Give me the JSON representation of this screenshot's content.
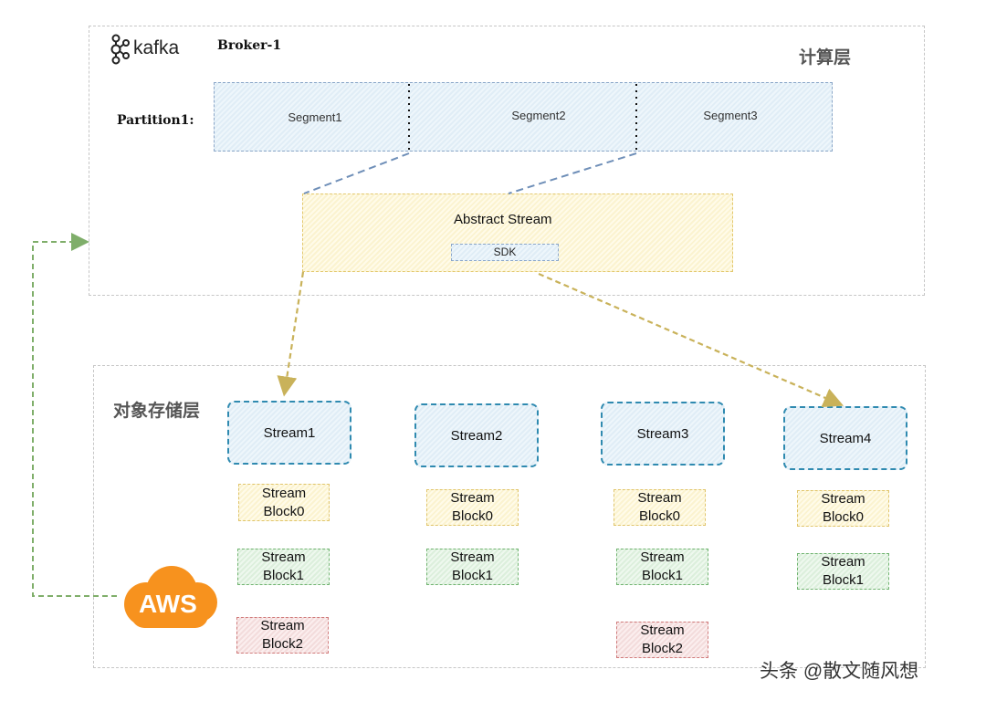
{
  "compute_layer": {
    "title": "计算层",
    "broker": "Broker-1",
    "kafka_logo_text": "kafka",
    "partition_label": "Partition1:",
    "segments": [
      "Segment1",
      "Segment2",
      "Segment3"
    ]
  },
  "abstract_stream": {
    "title": "Abstract Stream",
    "sdk": "SDK"
  },
  "storage_layer": {
    "title": "对象存储层",
    "streams": [
      {
        "name": "Stream1",
        "blocks": [
          {
            "line1": "Stream",
            "line2": "Block0"
          },
          {
            "line1": "Stream",
            "line2": "Block1"
          },
          {
            "line1": "Stream",
            "line2": "Block2"
          }
        ]
      },
      {
        "name": "Stream2",
        "blocks": [
          {
            "line1": "Stream",
            "line2": "Block0"
          },
          {
            "line1": "Stream",
            "line2": "Block1"
          }
        ]
      },
      {
        "name": "Stream3",
        "blocks": [
          {
            "line1": "Stream",
            "line2": "Block0"
          },
          {
            "line1": "Stream",
            "line2": "Block1"
          },
          {
            "line1": "Stream",
            "line2": "Block2"
          }
        ]
      },
      {
        "name": "Stream4",
        "blocks": [
          {
            "line1": "Stream",
            "line2": "Block0"
          },
          {
            "line1": "Stream",
            "line2": "Block1"
          }
        ]
      }
    ],
    "aws_logo_text": "AWS"
  },
  "watermark": "头条 @散文随风想",
  "colors": {
    "arrow_yellow": "#c9b25a",
    "arrow_green": "#7fae6a",
    "connector_blue": "#6f8fb8",
    "aws_orange": "#f7921e"
  }
}
